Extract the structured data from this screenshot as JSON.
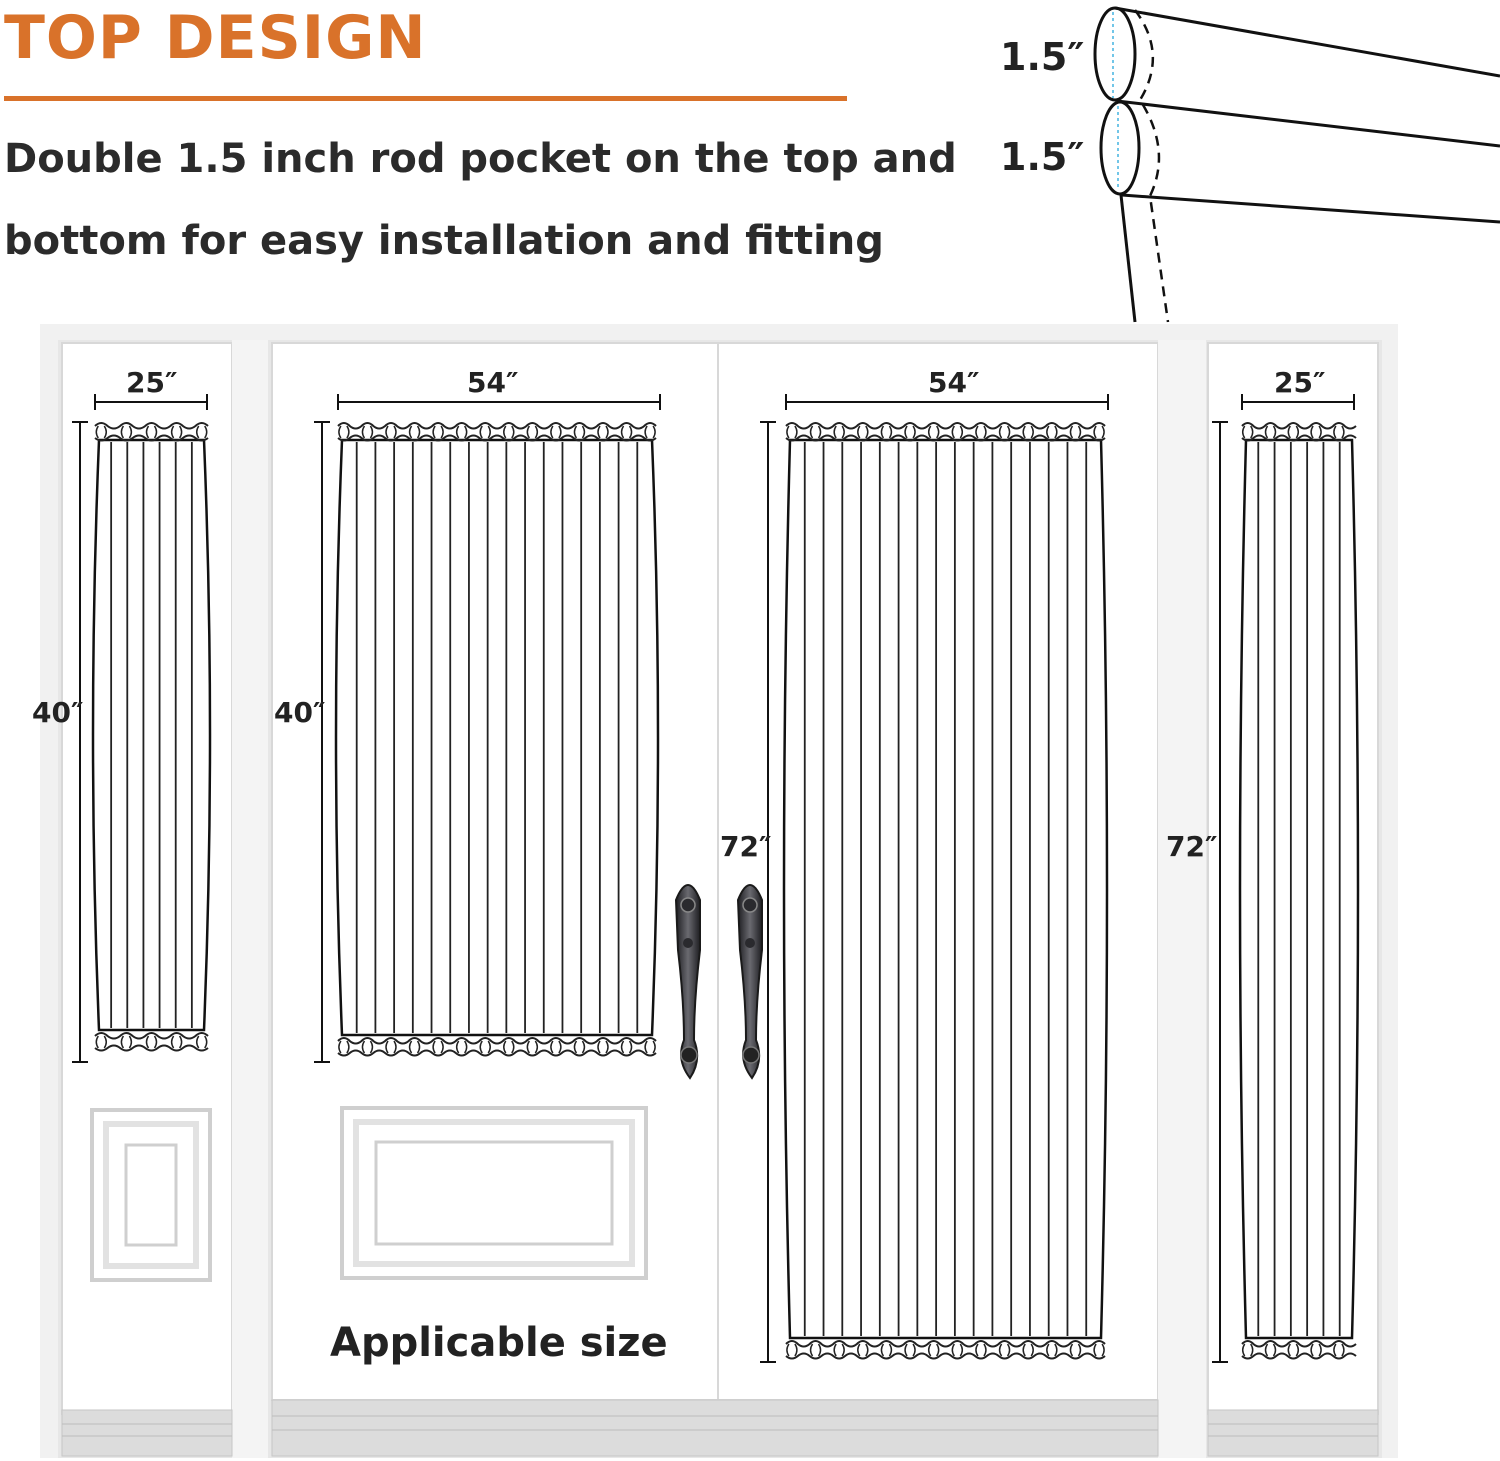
{
  "header": {
    "title": "TOP DESIGN",
    "description": "Double 1.5 inch rod pocket on the top and bottom for easy installation and fitting"
  },
  "rod_pocket": {
    "top_label": "1.5″",
    "bottom_label": "1.5″"
  },
  "panels": [
    {
      "id": "left-sidelight",
      "width_label": "25″",
      "height_label": "40″"
    },
    {
      "id": "left-door",
      "width_label": "54″",
      "height_label": "40″"
    },
    {
      "id": "right-door",
      "width_label": "54″",
      "height_label": "72″"
    },
    {
      "id": "right-sidelight",
      "width_label": "25″",
      "height_label": "72″"
    }
  ],
  "caption": "Applicable size",
  "colors": {
    "accent": "#d9722a",
    "text": "#2b2b2b",
    "door": "#ffffff",
    "frame": "#e8e8e8",
    "handle": "#3a3a3e"
  }
}
